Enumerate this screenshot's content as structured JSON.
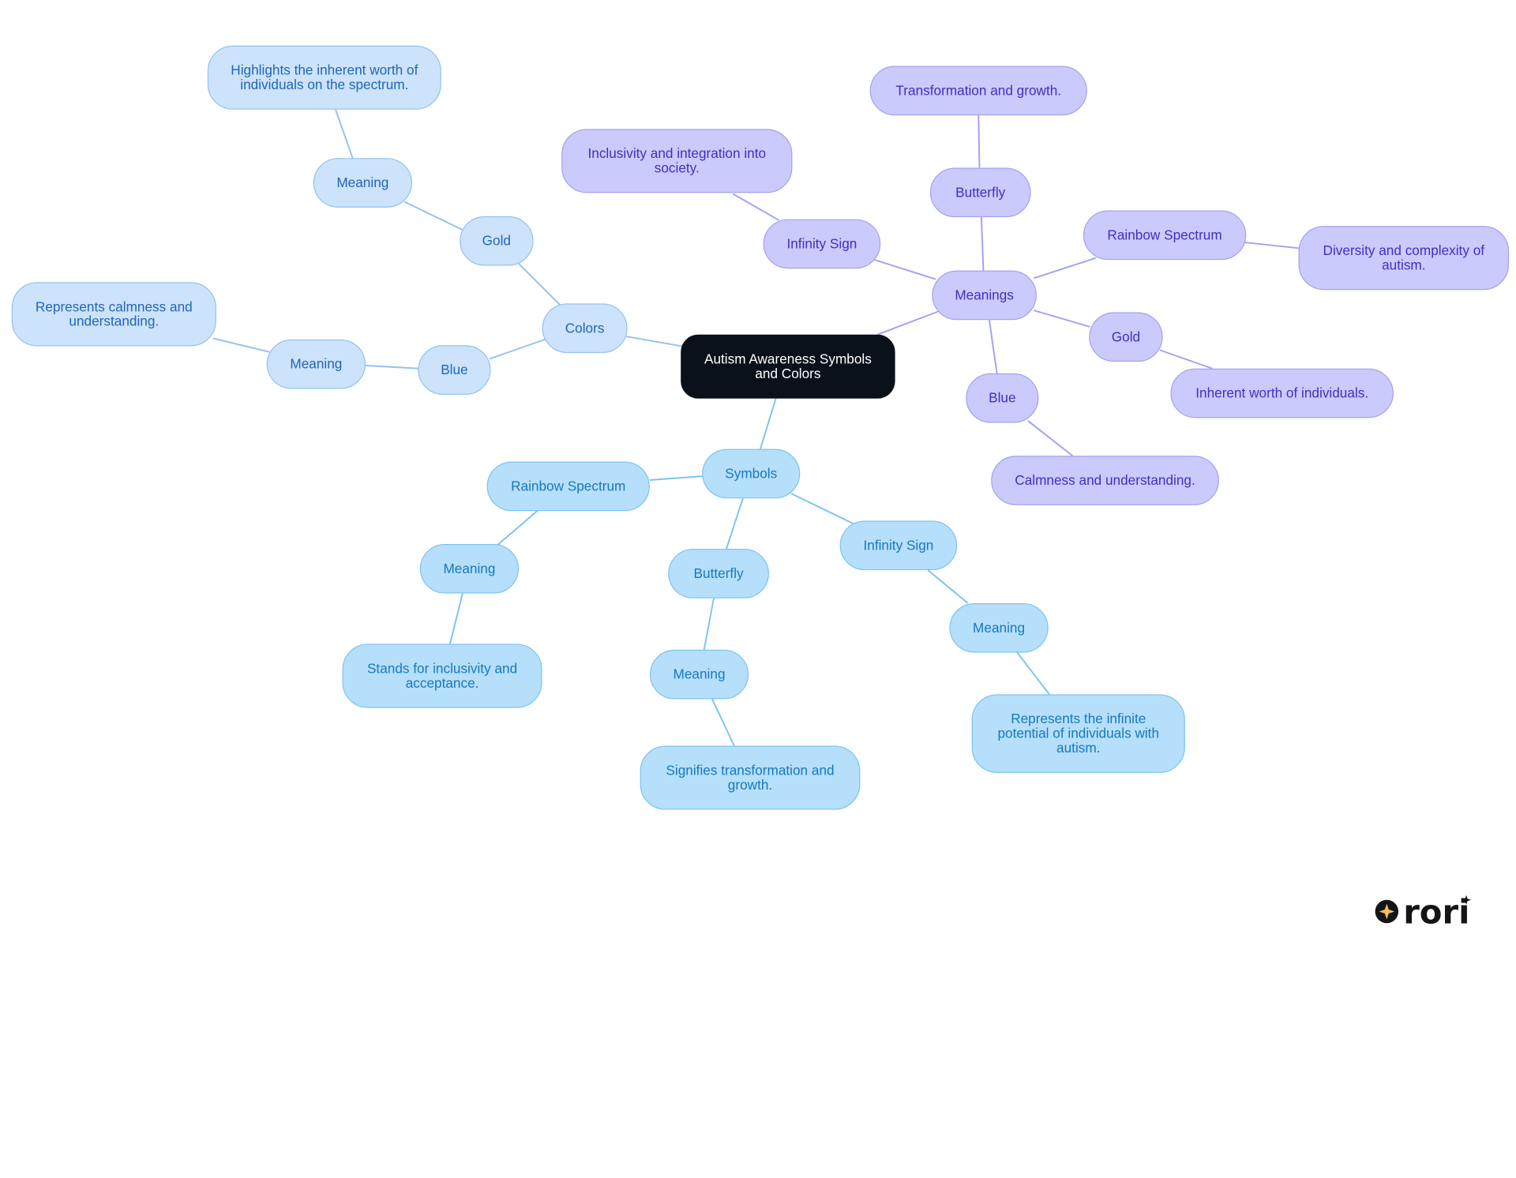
{
  "colors": {
    "colors_branch": "#cce3fb",
    "symbols_branch": "#b6dffb",
    "meanings_branch": "#cbcafc",
    "root": "#0b111a"
  },
  "root": {
    "label": "Autism Awareness Symbols and Colors"
  },
  "branches": {
    "colors": {
      "label": "Colors",
      "gold": {
        "label": "Gold",
        "meaning": "Meaning",
        "desc": "Highlights the inherent worth of individuals on the spectrum."
      },
      "blue": {
        "label": "Blue",
        "meaning": "Meaning",
        "desc": "Represents calmness and understanding."
      }
    },
    "symbols": {
      "label": "Symbols",
      "rainbow": {
        "label": "Rainbow Spectrum",
        "meaning": "Meaning",
        "desc": "Stands for inclusivity and acceptance."
      },
      "butterfly": {
        "label": "Butterfly",
        "meaning": "Meaning",
        "desc": "Signifies transformation and growth."
      },
      "infinity": {
        "label": "Infinity Sign",
        "meaning": "Meaning",
        "desc": "Represents the infinite potential of individuals with autism."
      }
    },
    "meanings": {
      "label": "Meanings",
      "infinity": {
        "label": "Infinity Sign",
        "desc": "Inclusivity and integration into society."
      },
      "butterfly": {
        "label": "Butterfly",
        "desc": "Transformation and growth."
      },
      "rainbow": {
        "label": "Rainbow Spectrum",
        "desc": "Diversity and complexity of autism."
      },
      "gold": {
        "label": "Gold",
        "desc": "Inherent worth of individuals."
      },
      "blue": {
        "label": "Blue",
        "desc": "Calmness and understanding."
      }
    }
  },
  "logo": {
    "text": "rori",
    "icon": "sparkle-star-icon"
  }
}
